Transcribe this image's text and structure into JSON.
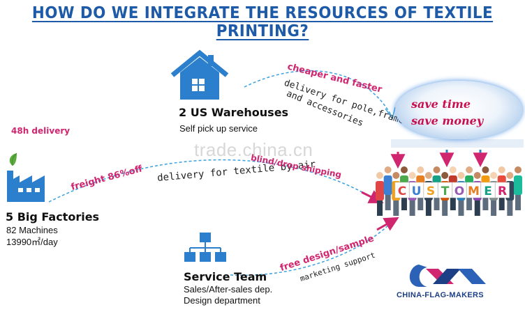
{
  "title": "HOW DO WE INTEGRATE THE RESOURCES OF TEXTILE PRINTING?",
  "warehouse": {
    "heading": "2 US Warehouses",
    "detail": "Self pick up service"
  },
  "factory": {
    "heading": "5 Big Factories",
    "detail_1": "82 Machines",
    "detail_2": "13990㎡/day",
    "delivery_note": "48h delivery"
  },
  "service": {
    "heading": "Service Team",
    "detail_1": "Sales/After-sales dep.",
    "detail_2": "Design department"
  },
  "arrows": {
    "top_pink": "cheaper and faster",
    "top_grey_1": "delivery for pole,frame",
    "top_grey_2": "and accessories",
    "mid_pink_left": "freight  86%off",
    "mid_grey": "delivery for textile by air",
    "mid_pink_right": "blind/drop shipping",
    "bottom_pink": "free design/sample",
    "bottom_grey": "marketing support"
  },
  "bubble": {
    "line_1": "save time",
    "line_2": "save money"
  },
  "customer_word": "CUSTOMER",
  "watermark": "trade.china.cn",
  "logo": {
    "text": "CHINA-FLAG-MAKERS"
  },
  "colors": {
    "title_blue": "#1d5aa8",
    "accent_pink": "#d0256f",
    "icon_blue": "#2b7fcc",
    "arrow_blue": "#3aa0e0"
  }
}
